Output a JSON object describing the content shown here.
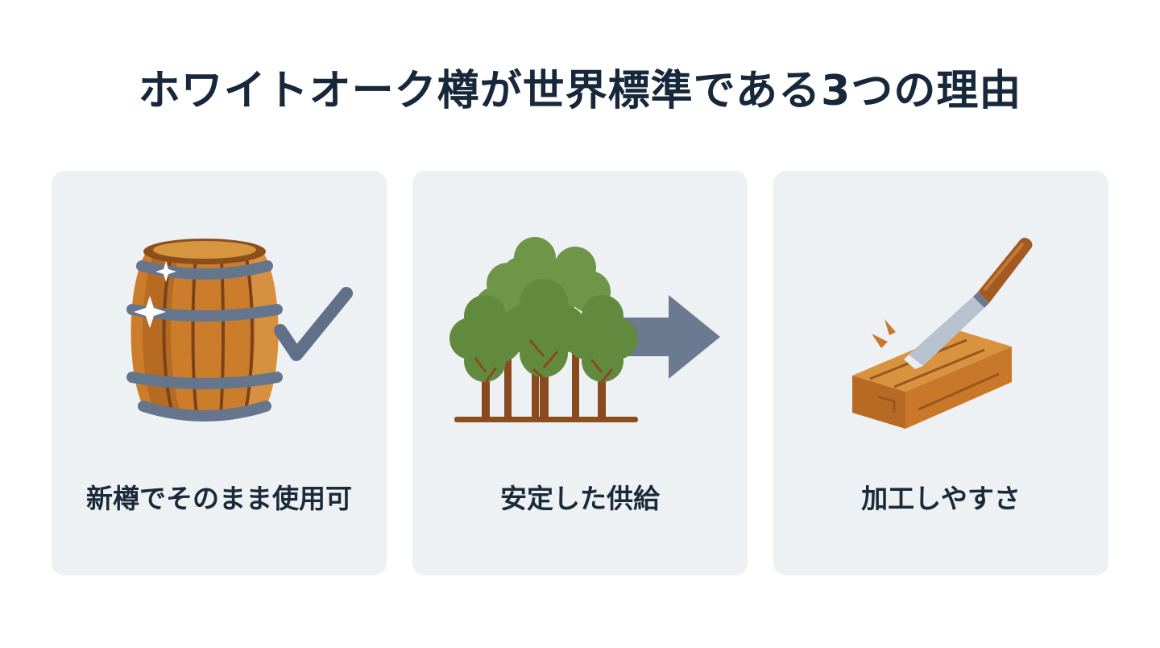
{
  "title": "ホワイトオーク樽が世界標準である3つの理由",
  "cards": [
    {
      "label": "新樽でそのまま使用可",
      "icon": "barrel-check-icon"
    },
    {
      "label": "安定した供給",
      "icon": "forest-arrow-icon"
    },
    {
      "label": "加工しやすさ",
      "icon": "chisel-wood-icon"
    }
  ],
  "colors": {
    "background": "#ffffff",
    "card": "#eef1f4",
    "title_text": "#17283a",
    "wood": "#c9782a",
    "steel": "#6b7a8f",
    "leaf": "#6e9448"
  }
}
